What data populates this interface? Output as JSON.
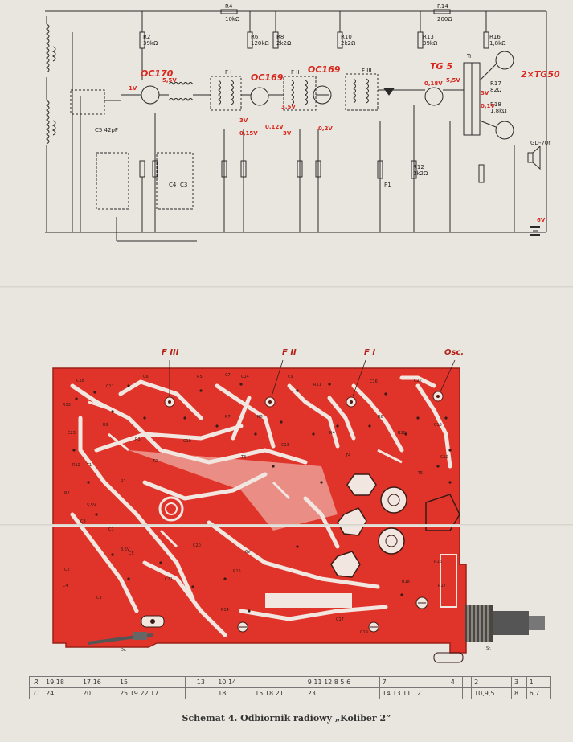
{
  "caption": "Schemat 4. Odbiornik radiowy „Koliber 2”",
  "schematic": {
    "transistors": [
      "OC170",
      "OC169",
      "OC169",
      "TG 5",
      "2×TG50"
    ],
    "resistors": [
      {
        "ref": "R2",
        "value": "39kΩ"
      },
      {
        "ref": "R4",
        "value": "10kΩ"
      },
      {
        "ref": "R6",
        "value": "120kΩ"
      },
      {
        "ref": "R8",
        "value": "2k2Ω"
      },
      {
        "ref": "R10",
        "value": "2k2Ω"
      },
      {
        "ref": "R12",
        "value": "2k2Ω"
      },
      {
        "ref": "R13",
        "value": "39kΩ"
      },
      {
        "ref": "R14",
        "value": "200Ω"
      },
      {
        "ref": "R16",
        "value": "1,8kΩ"
      },
      {
        "ref": "R17",
        "value": "82Ω"
      },
      {
        "ref": "R18",
        "value": "1,8kΩ"
      }
    ],
    "voltage_labels": [
      "1V",
      "5,5V",
      "3,5V",
      "3V",
      "0,12V",
      "0,15V",
      "0,2V",
      "3V",
      "0,18V",
      "5,5V",
      "3V",
      "0,1V"
    ],
    "transformer_labels": [
      "F I",
      "F II",
      "F III"
    ],
    "misc_labels": [
      "Tr",
      "GD-70r",
      "6V",
      "P1",
      "C5 42pF",
      "C4",
      "C3"
    ]
  },
  "pcb": {
    "headers": [
      "F III",
      "F II",
      "F I",
      "Osc."
    ],
    "bottom_labels": [
      "Dr.",
      "Sr."
    ],
    "component_labels": [
      "C18",
      "R13",
      "C23",
      "C11",
      "R9",
      "C6",
      "R3",
      "R5",
      "C7",
      "R12",
      "C10",
      "C14",
      "R7",
      "R8",
      "C9",
      "C13",
      "R11",
      "R4",
      "C16",
      "R6",
      "C22",
      "R10",
      "C15",
      "C12",
      "R2",
      "C8",
      "C1",
      "R1",
      "C2",
      "C4",
      "C3",
      "R14",
      "C20",
      "C21",
      "R15",
      "C5",
      "R16",
      "R17",
      "R18",
      "C17",
      "C19",
      "T1",
      "T2",
      "T3",
      "T4",
      "T5",
      "5,5V",
      "6V",
      "3,5V"
    ]
  },
  "parts_table": {
    "rows": [
      {
        "key": "R",
        "cells": [
          "19,18",
          "17,16",
          "15",
          "",
          "13",
          "10  14",
          "",
          "9  11 12 8  5  6",
          "7",
          "4",
          "",
          "2",
          "3",
          "1"
        ]
      },
      {
        "key": "C",
        "cells": [
          "24",
          "20",
          "25 19  22  17",
          "",
          "",
          "18",
          "15 18 21",
          "23",
          "14  13  11 12",
          "",
          "",
          "10,9,5",
          "8",
          "6,7"
        ]
      }
    ]
  },
  "colors": {
    "pcb_red": "#e0342a",
    "trace_light": "#f2e6e0",
    "ink": "#222222",
    "accent_red": "#d8261c"
  }
}
